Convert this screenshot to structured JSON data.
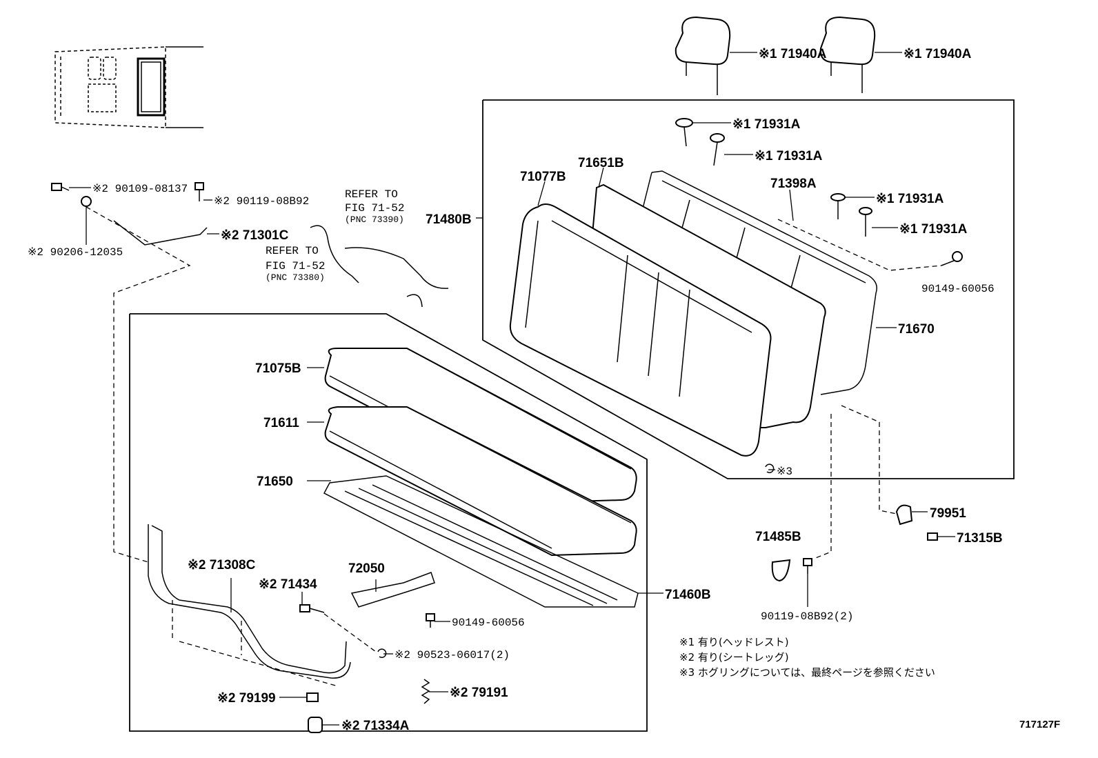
{
  "labels": {
    "headrest_left": "※1 71940A",
    "headrest_right": "※1 71940A",
    "screw_1": "※1 71931A",
    "screw_2": "※1 71931A",
    "screw_3": "※1 71931A",
    "screw_4": "※1 71931A",
    "back_cover": "71077B",
    "back_pad": "71651B",
    "hinge_71398A": "71398A",
    "back_assy": "71480B",
    "bolt_90149_top": "90149-60056",
    "back_frame": "71670",
    "hogring": "※3",
    "bolt_90109": "※2 90109-08137",
    "bolt_90119_a": "※2 90119-08B92",
    "bracket_71301C": "※2 71301C",
    "washer_90206": "※2 90206-12035",
    "refer1_a": "REFER TO",
    "refer1_b": "FIG 71-52",
    "refer1_c": "(PNC 73390)",
    "refer2_a": "REFER TO",
    "refer2_b": "FIG 71-52",
    "refer2_c": "(PNC 73380)",
    "cushion_cover": "71075B",
    "cushion_pad": "71611",
    "cushion_spring": "71650",
    "cushion_assy": "71460B",
    "leg_71308C": "※2 71308C",
    "bolt_71434": "※2 71434",
    "strap_72050": "72050",
    "bolt_90149_low": "90149-60056",
    "ring_90523": "※2 90523-06017(2)",
    "cover_79199": "※2 79199",
    "spring_79191": "※2 79191",
    "cap_71334A": "※2 71334A",
    "cover_79951": "79951",
    "bolt_71315B": "71315B",
    "cover_71485B": "71485B",
    "bolt_90119_b": "90119-08B92(2)"
  },
  "notes": [
    "※1  有り(ヘッドレスト)",
    "※2  有り(シートレッグ)",
    "※3  ホグリングについては、最終ページを参照ください"
  ],
  "diagram_code": "717127F"
}
